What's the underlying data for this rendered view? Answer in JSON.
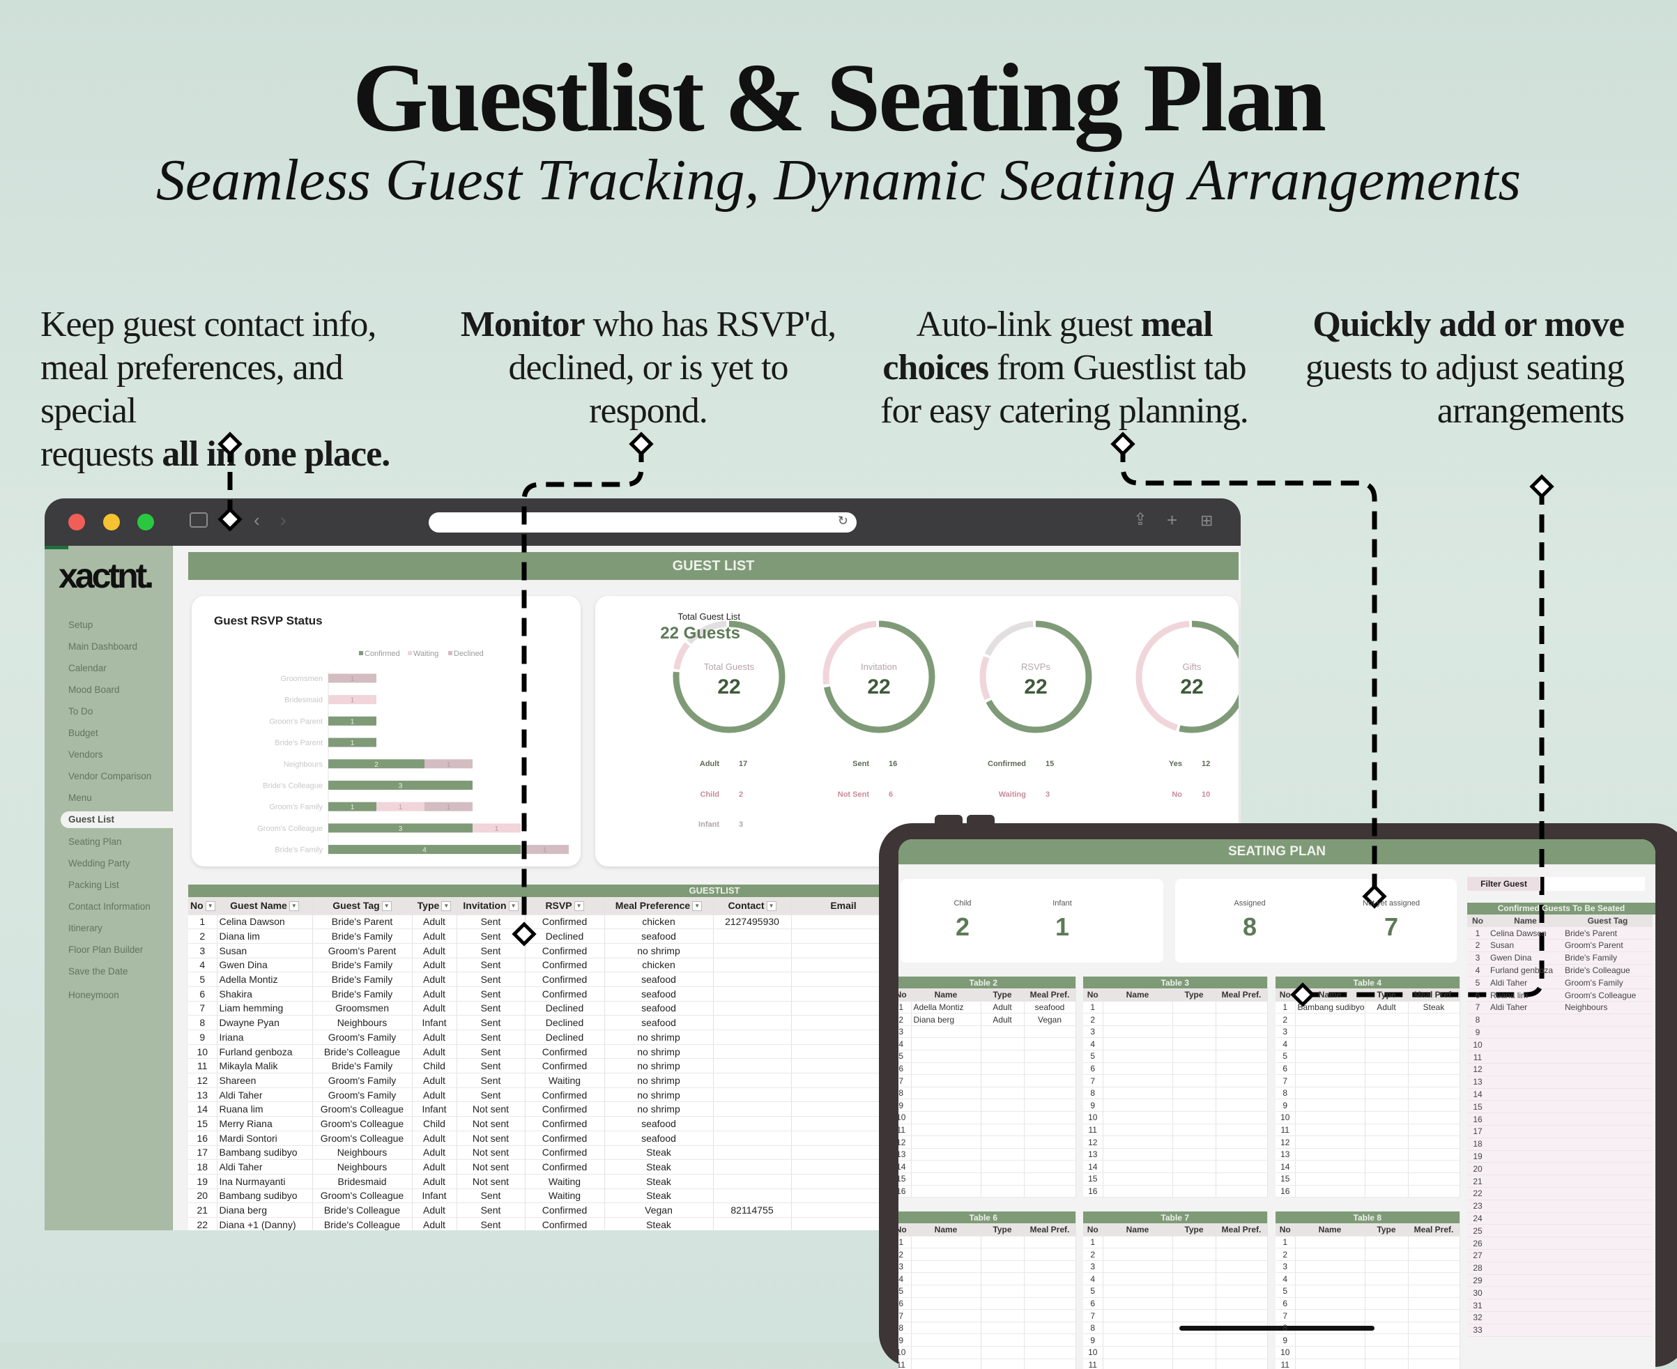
{
  "hero": {
    "title": "Guestlist & Seating Plan",
    "subtitle": "Seamless Guest Tracking, Dynamic Seating Arrangements"
  },
  "features": [
    {
      "lines": [
        [
          "Keep guest contact info,",
          ""
        ],
        [
          "meal preferences, and special",
          ""
        ],
        [
          "requests ",
          "all in one place."
        ]
      ]
    },
    {
      "lines": [
        [
          "",
          "Monitor",
          " who has RSVP'd,"
        ],
        [
          "declined, or is yet to"
        ],
        [
          "respond."
        ]
      ]
    },
    {
      "lines": [
        [
          "Auto-link guest ",
          "meal"
        ],
        [
          "",
          "choices",
          " from Guestlist tab"
        ],
        [
          "for easy catering planning."
        ]
      ]
    },
    {
      "lines": [
        [
          "",
          "Quickly add or move"
        ],
        [
          "guests to adjust seating"
        ],
        [
          "arrangements"
        ]
      ]
    }
  ],
  "colors": {
    "green": "#7f9a77",
    "pink": "#f0d5da",
    "mauve": "#d3bcc2",
    "gray": "#e2dfe0",
    "dark": "#3c3b3d"
  },
  "browser": {
    "icons": [
      "sidebar-toggle-icon",
      "chevron-left-icon",
      "chevron-right-icon",
      "reload-icon",
      "share-icon",
      "new-tab-icon",
      "tab-overview-icon"
    ]
  },
  "sidebar": {
    "logo": "xactnt.",
    "active": "Guest List",
    "items": [
      "Setup",
      "Main Dashboard",
      "Calendar",
      "Mood Board",
      "To Do",
      "Budget",
      "Vendors",
      "Vendor Comparison",
      "Menu",
      "Guest List",
      "Seating Plan",
      "Wedding Party",
      "Packing List",
      "Contact Information",
      "Itinerary",
      "Floor Plan Builder",
      "Save the Date",
      "Honeymoon"
    ]
  },
  "guest_list": {
    "header": "GUEST LIST",
    "rsvp_card": {
      "title": "Guest RSVP Status",
      "total_label": "Total Guest List",
      "total_value": "22 Guests"
    },
    "chart_data": {
      "type": "bar",
      "orientation": "horizontal",
      "stacked": true,
      "categories": [
        "Groomsmen",
        "Bridesmaid",
        "Groom's Parent",
        "Bride's Parent",
        "Neighbours",
        "Bride's Colleague",
        "Groom's Family",
        "Groom's Colleague",
        "Bride's Family"
      ],
      "series": [
        {
          "name": "Confirmed",
          "color": "#7f9a77",
          "values": [
            0,
            0,
            1,
            1,
            2,
            3,
            1,
            3,
            4
          ]
        },
        {
          "name": "Waiting",
          "color": "#f0d5da",
          "values": [
            0,
            1,
            0,
            0,
            0,
            0,
            1,
            1,
            0
          ]
        },
        {
          "name": "Declined",
          "color": "#d3bcc2",
          "values": [
            1,
            0,
            0,
            0,
            1,
            0,
            1,
            0,
            1
          ]
        }
      ],
      "legend": "top-right"
    },
    "donuts": [
      {
        "label": "Total Guests",
        "value": "22",
        "rows": [
          {
            "k": "Adult",
            "v": "17",
            "c": "green"
          },
          {
            "k": "Child",
            "v": "2",
            "c": "pink"
          },
          {
            "k": "Infant",
            "v": "3",
            "c": "gray"
          }
        ]
      },
      {
        "label": "Invitation",
        "value": "22",
        "rows": [
          {
            "k": "Sent",
            "v": "16",
            "c": "green"
          },
          {
            "k": "Not Sent",
            "v": "6",
            "c": "pink"
          }
        ]
      },
      {
        "label": "RSVPs",
        "value": "22",
        "rows": [
          {
            "k": "Confirmed",
            "v": "15",
            "c": "green"
          },
          {
            "k": "Waiting",
            "v": "3",
            "c": "pink"
          }
        ],
        "hidden_segments": [
          {
            "v": 4,
            "c": "gray"
          }
        ]
      },
      {
        "label": "Gifts",
        "value": "22",
        "rows": [
          {
            "k": "Yes",
            "v": "12",
            "c": "green"
          },
          {
            "k": "No",
            "v": "10",
            "c": "pink"
          }
        ]
      }
    ],
    "table": {
      "title": "GUESTLIST",
      "columns": [
        "No",
        "Guest Name",
        "Guest Tag",
        "Type",
        "Invitation",
        "RSVP",
        "Meal Preference",
        "Contact",
        "Email"
      ],
      "rows": [
        [
          "1",
          "Celina Dawson",
          "Bride's Parent",
          "Adult",
          "Sent",
          "Confirmed",
          "chicken",
          "2127495930",
          ""
        ],
        [
          "2",
          "Diana lim",
          "Bride's Family",
          "Adult",
          "Sent",
          "Declined",
          "seafood",
          "",
          ""
        ],
        [
          "3",
          "Susan",
          "Groom's Parent",
          "Adult",
          "Sent",
          "Confirmed",
          "no shrimp",
          "",
          ""
        ],
        [
          "4",
          "Gwen Dina",
          "Bride's Family",
          "Adult",
          "Sent",
          "Confirmed",
          "chicken",
          "",
          ""
        ],
        [
          "5",
          "Adella Montiz",
          "Bride's Family",
          "Adult",
          "Sent",
          "Confirmed",
          "seafood",
          "",
          ""
        ],
        [
          "6",
          "Shakira",
          "Bride's Family",
          "Adult",
          "Sent",
          "Confirmed",
          "seafood",
          "",
          ""
        ],
        [
          "7",
          "Liam hemming",
          "Groomsmen",
          "Adult",
          "Sent",
          "Declined",
          "seafood",
          "",
          ""
        ],
        [
          "8",
          "Dwayne Pyan",
          "Neighbours",
          "Infant",
          "Sent",
          "Declined",
          "seafood",
          "",
          ""
        ],
        [
          "9",
          "Iriana",
          "Groom's Family",
          "Adult",
          "Sent",
          "Declined",
          "no shrimp",
          "",
          ""
        ],
        [
          "10",
          "Furland genboza",
          "Bride's Colleague",
          "Adult",
          "Sent",
          "Confirmed",
          "no shrimp",
          "",
          ""
        ],
        [
          "11",
          "Mikayla Malik",
          "Bride's Family",
          "Child",
          "Sent",
          "Confirmed",
          "no shrimp",
          "",
          ""
        ],
        [
          "12",
          "Shareen",
          "Groom's Family",
          "Adult",
          "Sent",
          "Waiting",
          "no shrimp",
          "",
          ""
        ],
        [
          "13",
          "Aldi Taher",
          "Groom's Family",
          "Adult",
          "Sent",
          "Confirmed",
          "no shrimp",
          "",
          ""
        ],
        [
          "14",
          "Ruana lim",
          "Groom's Colleague",
          "Infant",
          "Not sent",
          "Confirmed",
          "no shrimp",
          "",
          ""
        ],
        [
          "15",
          "Merry Riana",
          "Groom's Colleague",
          "Child",
          "Not sent",
          "Confirmed",
          "seafood",
          "",
          ""
        ],
        [
          "16",
          "Mardi Sontori",
          "Groom's Colleague",
          "Adult",
          "Not sent",
          "Confirmed",
          "seafood",
          "",
          ""
        ],
        [
          "17",
          "Bambang sudibyo",
          "Neighbours",
          "Adult",
          "Not sent",
          "Confirmed",
          "Steak",
          "",
          ""
        ],
        [
          "18",
          "Aldi Taher",
          "Neighbours",
          "Adult",
          "Not sent",
          "Confirmed",
          "Steak",
          "",
          ""
        ],
        [
          "19",
          "Ina Nurmayanti",
          "Bridesmaid",
          "Adult",
          "Not sent",
          "Waiting",
          "Steak",
          "",
          ""
        ],
        [
          "20",
          "Bambang sudibyo",
          "Groom's Colleague",
          "Infant",
          "Sent",
          "Waiting",
          "Steak",
          "",
          ""
        ],
        [
          "21",
          "Diana berg",
          "Bride's Colleague",
          "Adult",
          "Sent",
          "Confirmed",
          "Vegan",
          "82114755",
          ""
        ],
        [
          "22",
          "Diana +1 (Danny)",
          "Bride's Colleague",
          "Adult",
          "Sent",
          "Confirmed",
          "Steak",
          "",
          ""
        ]
      ]
    }
  },
  "seating": {
    "header": "SEATING PLAN",
    "stats1": [
      {
        "label": "Child",
        "value": "2"
      },
      {
        "label": "Infant",
        "value": "1"
      }
    ],
    "stats2": [
      {
        "label": "Assigned",
        "value": "8"
      },
      {
        "label": "Not yet assigned",
        "value": "7"
      }
    ],
    "filter_label": "Filter Guest",
    "confirmed": {
      "title": "Confirmed Guests To Be Seated",
      "columns": [
        "No",
        "Name",
        "Guest Tag"
      ],
      "rows": [
        [
          "1",
          "Celina Dawson",
          "Bride's Parent"
        ],
        [
          "2",
          "Susan",
          "Groom's Parent"
        ],
        [
          "3",
          "Gwen Dina",
          "Bride's Family"
        ],
        [
          "4",
          "Furland genboza",
          "Bride's Colleague"
        ],
        [
          "5",
          "Aldi Taher",
          "Groom's Family"
        ],
        [
          "6",
          "Ruana lim",
          "Groom's Colleague"
        ],
        [
          "7",
          "Aldi Taher",
          "Neighbours"
        ]
      ],
      "numbers_to": 33
    },
    "table_columns": [
      "No",
      "Name",
      "Type",
      "Meal Pref."
    ],
    "tables": [
      {
        "name": "Table 2",
        "guests": [
          [
            "Adella Montiz",
            "Adult",
            "seafood"
          ],
          [
            "Diana berg",
            "Adult",
            "Vegan"
          ]
        ]
      },
      {
        "name": "Table 3",
        "guests": []
      },
      {
        "name": "Table 4",
        "guests": [
          [
            "Bambang sudibyo",
            "Adult",
            "Steak"
          ]
        ]
      },
      {
        "name": "Table 6",
        "guests": []
      },
      {
        "name": "Table 7",
        "guests": []
      },
      {
        "name": "Table 8",
        "guests": []
      }
    ]
  }
}
